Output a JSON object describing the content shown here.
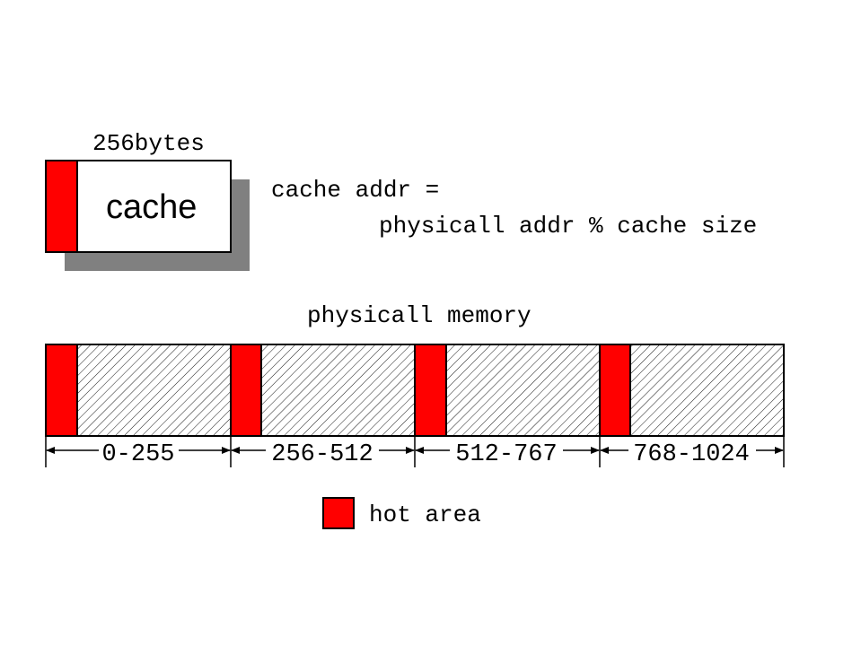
{
  "cache": {
    "size_label": "256bytes",
    "label": "cache"
  },
  "formula": {
    "line1": "cache addr =",
    "line2": "physicall addr % cache size"
  },
  "memory": {
    "title": "physicall memory",
    "segments": [
      {
        "range": "0-255"
      },
      {
        "range": "256-512"
      },
      {
        "range": "512-767"
      },
      {
        "range": "768-1024"
      }
    ]
  },
  "legend": {
    "label": "hot area"
  },
  "colors": {
    "hot": "#ff0000",
    "shadow": "#808080",
    "stroke": "#000000"
  }
}
